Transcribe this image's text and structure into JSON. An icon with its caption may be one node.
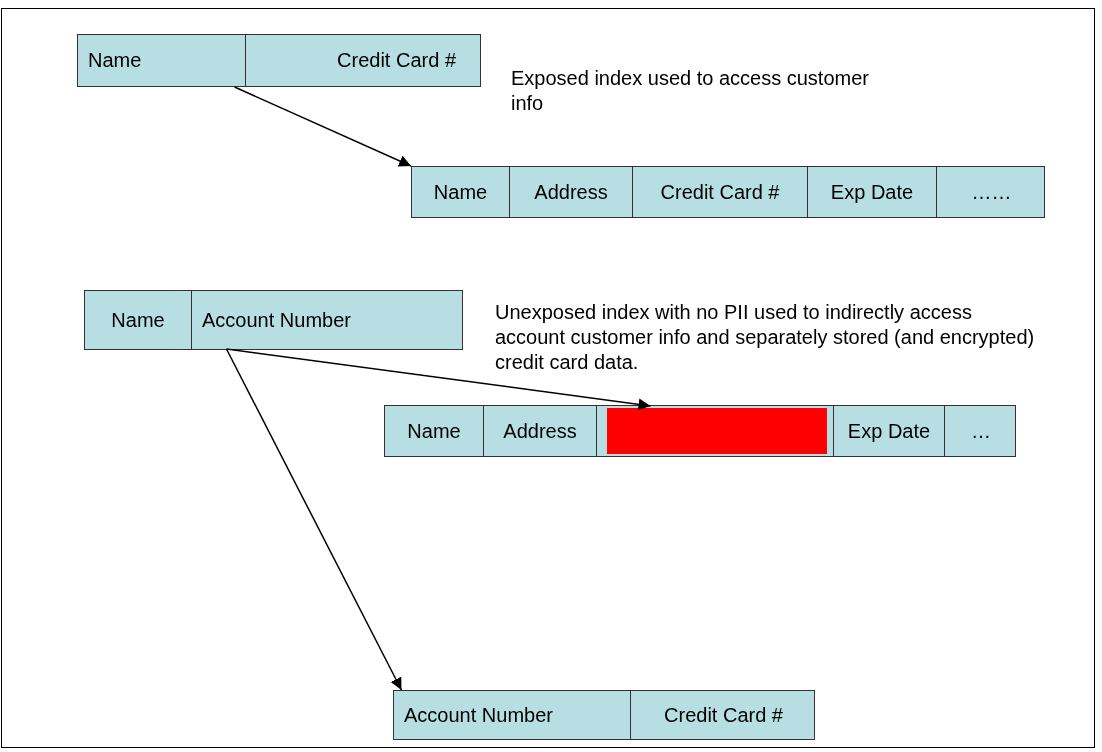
{
  "diagram": {
    "nodes": [
      {
        "text": [],
        "shape": "box"
      },
      {
        "text": [
          "Name"
        ],
        "in": 0
      },
      {
        "text": [
          "Credit Card #"
        ],
        "in": 0
      },
      {
        "text": [],
        "shape": "box"
      },
      {
        "text": [
          "Name"
        ],
        "in": 3
      },
      {
        "text": [
          "Address"
        ],
        "in": 3
      },
      {
        "text": [
          "Credit Card #"
        ],
        "in": 3
      },
      {
        "text": [
          "Exp Date"
        ],
        "in": 3
      },
      {
        "text": [
          "……"
        ],
        "in": 3
      },
      {
        "text": [],
        "shape": "box"
      },
      {
        "text": [
          "Name"
        ],
        "in": 9
      },
      {
        "text": [
          "Account Number"
        ],
        "in": 9
      },
      {
        "text": [],
        "shape": "box"
      },
      {
        "text": [
          "Name"
        ],
        "in": 12
      },
      {
        "text": [
          "Address"
        ],
        "in": 12
      },
      {
        "text": [],
        "shape": "box",
        "in": 12
      },
      {
        "text": [
          "Exp Date"
        ],
        "in": 12
      },
      {
        "text": [
          "…"
        ],
        "in": 12
      },
      {
        "text": [],
        "shape": "box"
      },
      {
        "text": [
          "Account Number"
        ],
        "in": 18
      },
      {
        "text": [
          "Credit Card #"
        ],
        "in": 18
      }
    ],
    "edges": [
      {
        "from": 0,
        "to": 3,
        "arrow": "to"
      },
      {
        "from": 11,
        "to": 15,
        "arrow": "to"
      },
      {
        "from": 11,
        "to": 18,
        "arrow": "to"
      }
    ],
    "labels": [
      "Exposed index used to access customer info",
      "Unexposed index with no PII used to indirectly access account customer info and separately stored (and encrypted) credit card data."
    ]
  }
}
